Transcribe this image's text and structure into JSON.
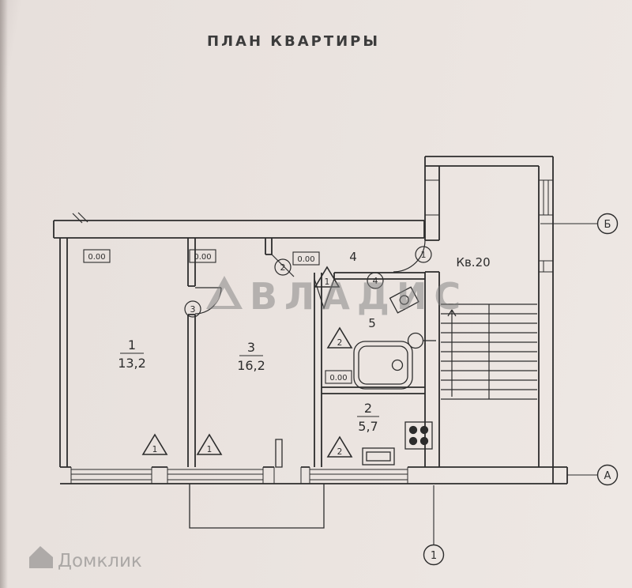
{
  "document": {
    "title": "ПЛАН КВАРТИРЫ"
  },
  "watermark": {
    "text": "ВЛАДИС"
  },
  "branding": {
    "site_name": "Домклик"
  },
  "plan": {
    "apartment_label": "Кв.20",
    "rooms": [
      {
        "num": "1",
        "area": "13,2"
      },
      {
        "num": "3",
        "area": "16,2"
      },
      {
        "num": "4",
        "area": ""
      },
      {
        "num": "5",
        "area": ""
      },
      {
        "num": "2",
        "area": "5,7"
      }
    ],
    "elevation_marks": [
      "0.00",
      "0.00",
      "0.00",
      "0.00"
    ],
    "door_tags": [
      "2",
      "3",
      "4",
      "1"
    ],
    "vent_tags": [
      "1",
      "1",
      "1",
      "2",
      "2"
    ],
    "axis_markers": {
      "top_right": "Б",
      "bottom_right": "А",
      "bottom": "1"
    }
  }
}
